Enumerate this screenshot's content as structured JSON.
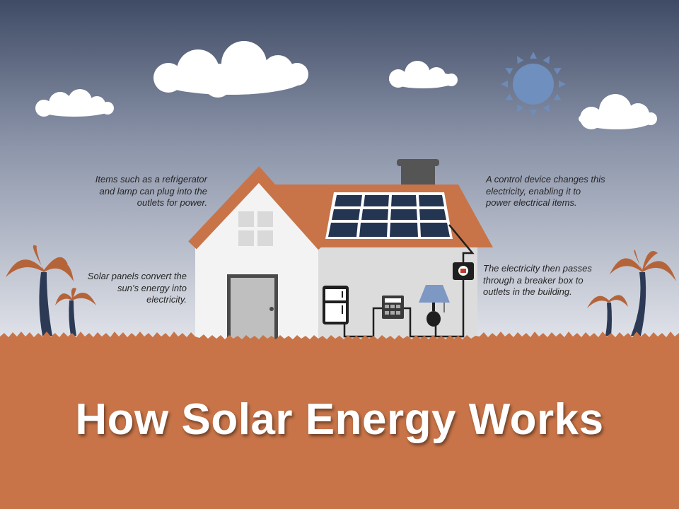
{
  "title": "How Solar Energy Works",
  "callouts": {
    "appliances": "Items such as a refrigerator and lamp can plug into the outlets for power.",
    "panels": "Solar panels convert the sun’s energy into electricity.",
    "control_device": "A control device changes this electricity, enabling it to power electrical items.",
    "breaker_box": "The electricity then passes through a breaker box to outlets in the building."
  },
  "colors": {
    "sky_top": "#3f4b65",
    "sky_bottom": "#e4e6ec",
    "ground": "#c87448",
    "roof": "#c87448",
    "palm_leaf": "#b5643a",
    "palm_trunk": "#2d3a55",
    "panel": "#243552",
    "sun": "#6f8fbf",
    "wall": "#f3f3f3",
    "wall_side": "#dcdcdc",
    "lamp_shade": "#7e98c4",
    "title_text": "#ffffff"
  },
  "icons": [
    "cloud-icon",
    "sun-icon",
    "palm-tree-icon",
    "solar-panel-icon",
    "refrigerator-icon",
    "breaker-box-icon",
    "lamp-icon",
    "control-device-icon",
    "chimney-icon",
    "door-icon",
    "window-icon"
  ]
}
